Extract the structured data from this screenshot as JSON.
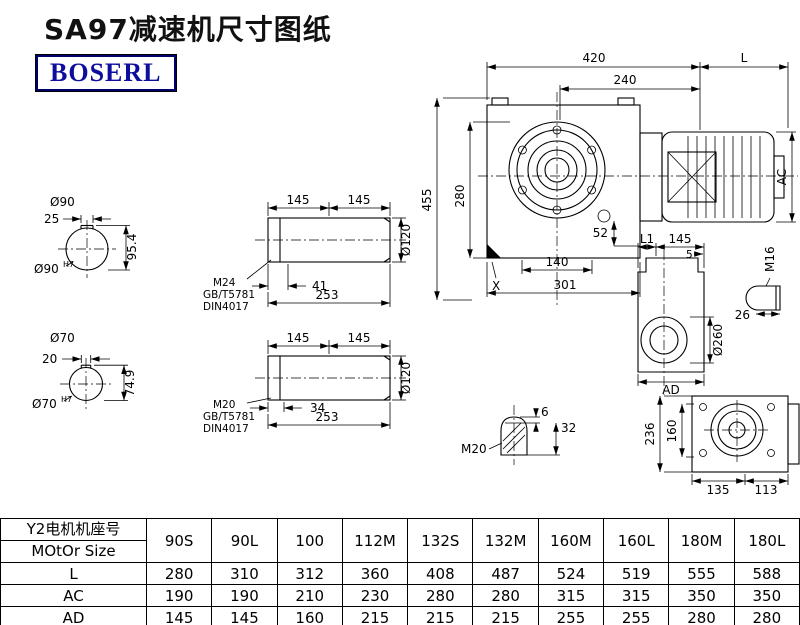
{
  "page": {
    "title": "SA97减速机尺寸图纸",
    "brand": "BOSERL"
  },
  "views": {
    "bore90": {
      "dia_top": "Ø90",
      "key": "25",
      "height": "95.4",
      "bore": "Ø90",
      "tol": "H7"
    },
    "bore70": {
      "dia_top": "Ø70",
      "key": "20",
      "height": "74.9",
      "bore": "Ø70",
      "tol": "H7"
    },
    "shaft1": {
      "seg1": "145",
      "seg2": "145",
      "dia": "Ø120",
      "thread": "M24",
      "std1": "GB/T5781",
      "std2": "DIN4017",
      "tlen": "41",
      "total": "253"
    },
    "shaft2": {
      "seg1": "145",
      "seg2": "145",
      "dia": "Ø120",
      "thread": "M20",
      "std1": "GB/T5781",
      "std2": "DIN4017",
      "tlen": "34",
      "total": "253"
    },
    "main": {
      "w420": "420",
      "wL": "L",
      "w240": "240",
      "h455": "455",
      "h280": "280",
      "d52": "52",
      "ac": "AC",
      "d140": "140",
      "d301": "301",
      "x": "X"
    },
    "side": {
      "l1": "L1",
      "d145": "145",
      "d5": "5",
      "m16": "M16",
      "dia260": "Ø260",
      "d26": "26",
      "ad": "AD"
    },
    "plug": {
      "d6": "6",
      "d32": "32",
      "m20": "M20"
    },
    "rear": {
      "d236": "236",
      "d160": "160",
      "d135": "135",
      "d113": "113"
    }
  },
  "table": {
    "header_label_line1": "Y2电机机座号",
    "header_label_line2": "MOtOr Size",
    "columns": [
      "90S",
      "90L",
      "100",
      "112M",
      "132S",
      "132M",
      "160M",
      "160L",
      "180M",
      "180L"
    ],
    "rows": [
      {
        "label": "L",
        "values": [
          "280",
          "310",
          "312",
          "360",
          "408",
          "487",
          "524",
          "519",
          "555",
          "588"
        ]
      },
      {
        "label": "AC",
        "values": [
          "190",
          "190",
          "210",
          "230",
          "280",
          "280",
          "315",
          "315",
          "350",
          "350"
        ]
      },
      {
        "label": "AD",
        "values": [
          "145",
          "145",
          "160",
          "215",
          "215",
          "215",
          "255",
          "255",
          "280",
          "280"
        ]
      }
    ]
  }
}
